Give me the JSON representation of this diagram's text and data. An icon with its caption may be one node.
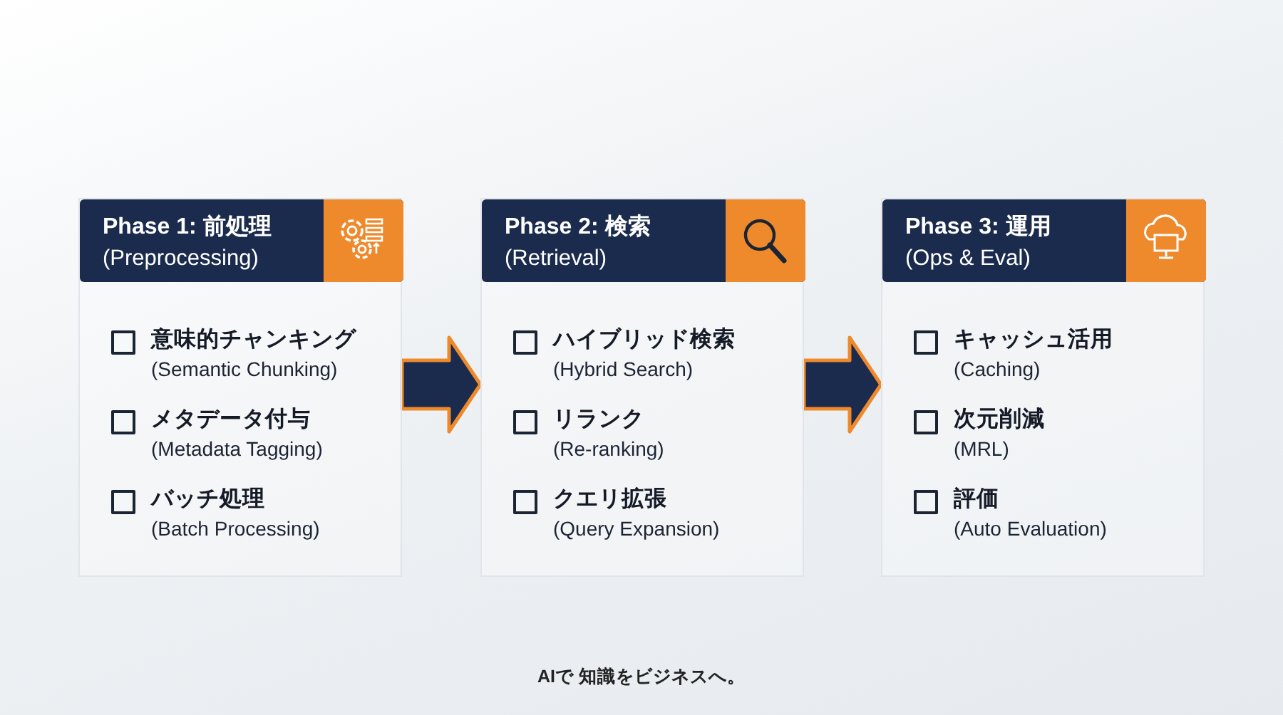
{
  "diagram": {
    "nodes": [
      {
        "text": [
          "Phase 1: 前処理",
          "(Preprocessing)",
          "意味的チャンキング",
          "(Semantic Chunking)",
          "メタデータ付与",
          "(Metadata Tagging)",
          "バッチ処理",
          "(Batch Processing)"
        ]
      },
      {
        "text": [
          "Phase 2: 検索",
          "(Retrieval)",
          "ハイブリッド検索",
          "(Hybrid Search)",
          "リランク",
          "(Re-ranking)",
          "クエリ拡張",
          "(Query Expansion)"
        ]
      },
      {
        "text": [
          "Phase 3: 運用",
          "(Ops & Eval)",
          "キャッシュ活用",
          "(Caching)",
          "次元削減",
          "(MRL)",
          "評価",
          "(Auto Evaluation)"
        ]
      }
    ],
    "edges": [
      {
        "from": 0,
        "to": 1,
        "arrow": "to"
      },
      {
        "from": 1,
        "to": 2,
        "arrow": "to"
      }
    ],
    "labels": [
      "AIで 知識をビジネスへ。"
    ]
  }
}
